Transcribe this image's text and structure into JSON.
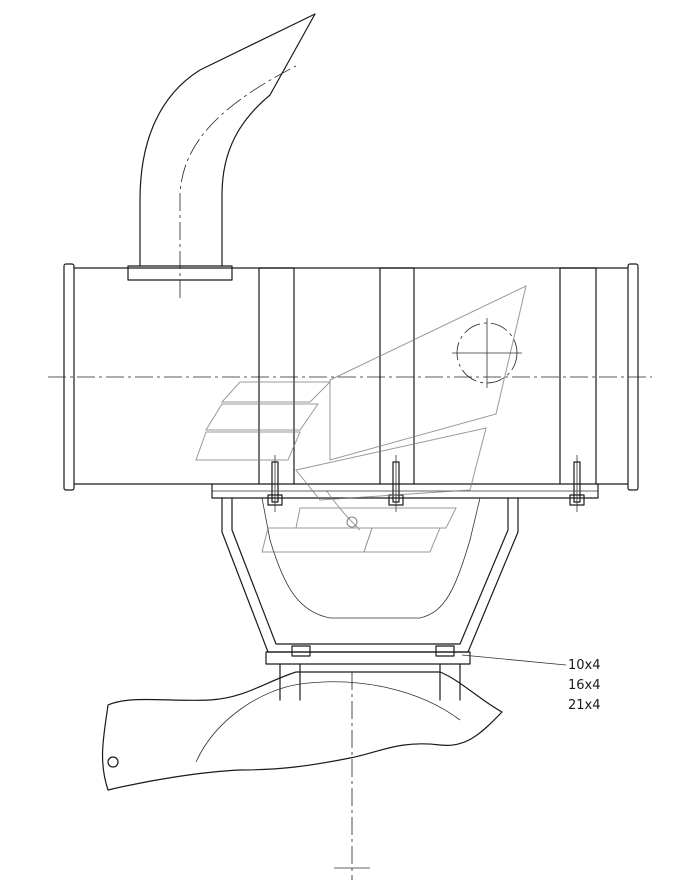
{
  "callout": {
    "lines": [
      "10x4",
      "16x4",
      "21x4"
    ]
  },
  "colors": {
    "line": "#1a1a1a",
    "background": "#ffffff",
    "watermark": "#777777"
  }
}
